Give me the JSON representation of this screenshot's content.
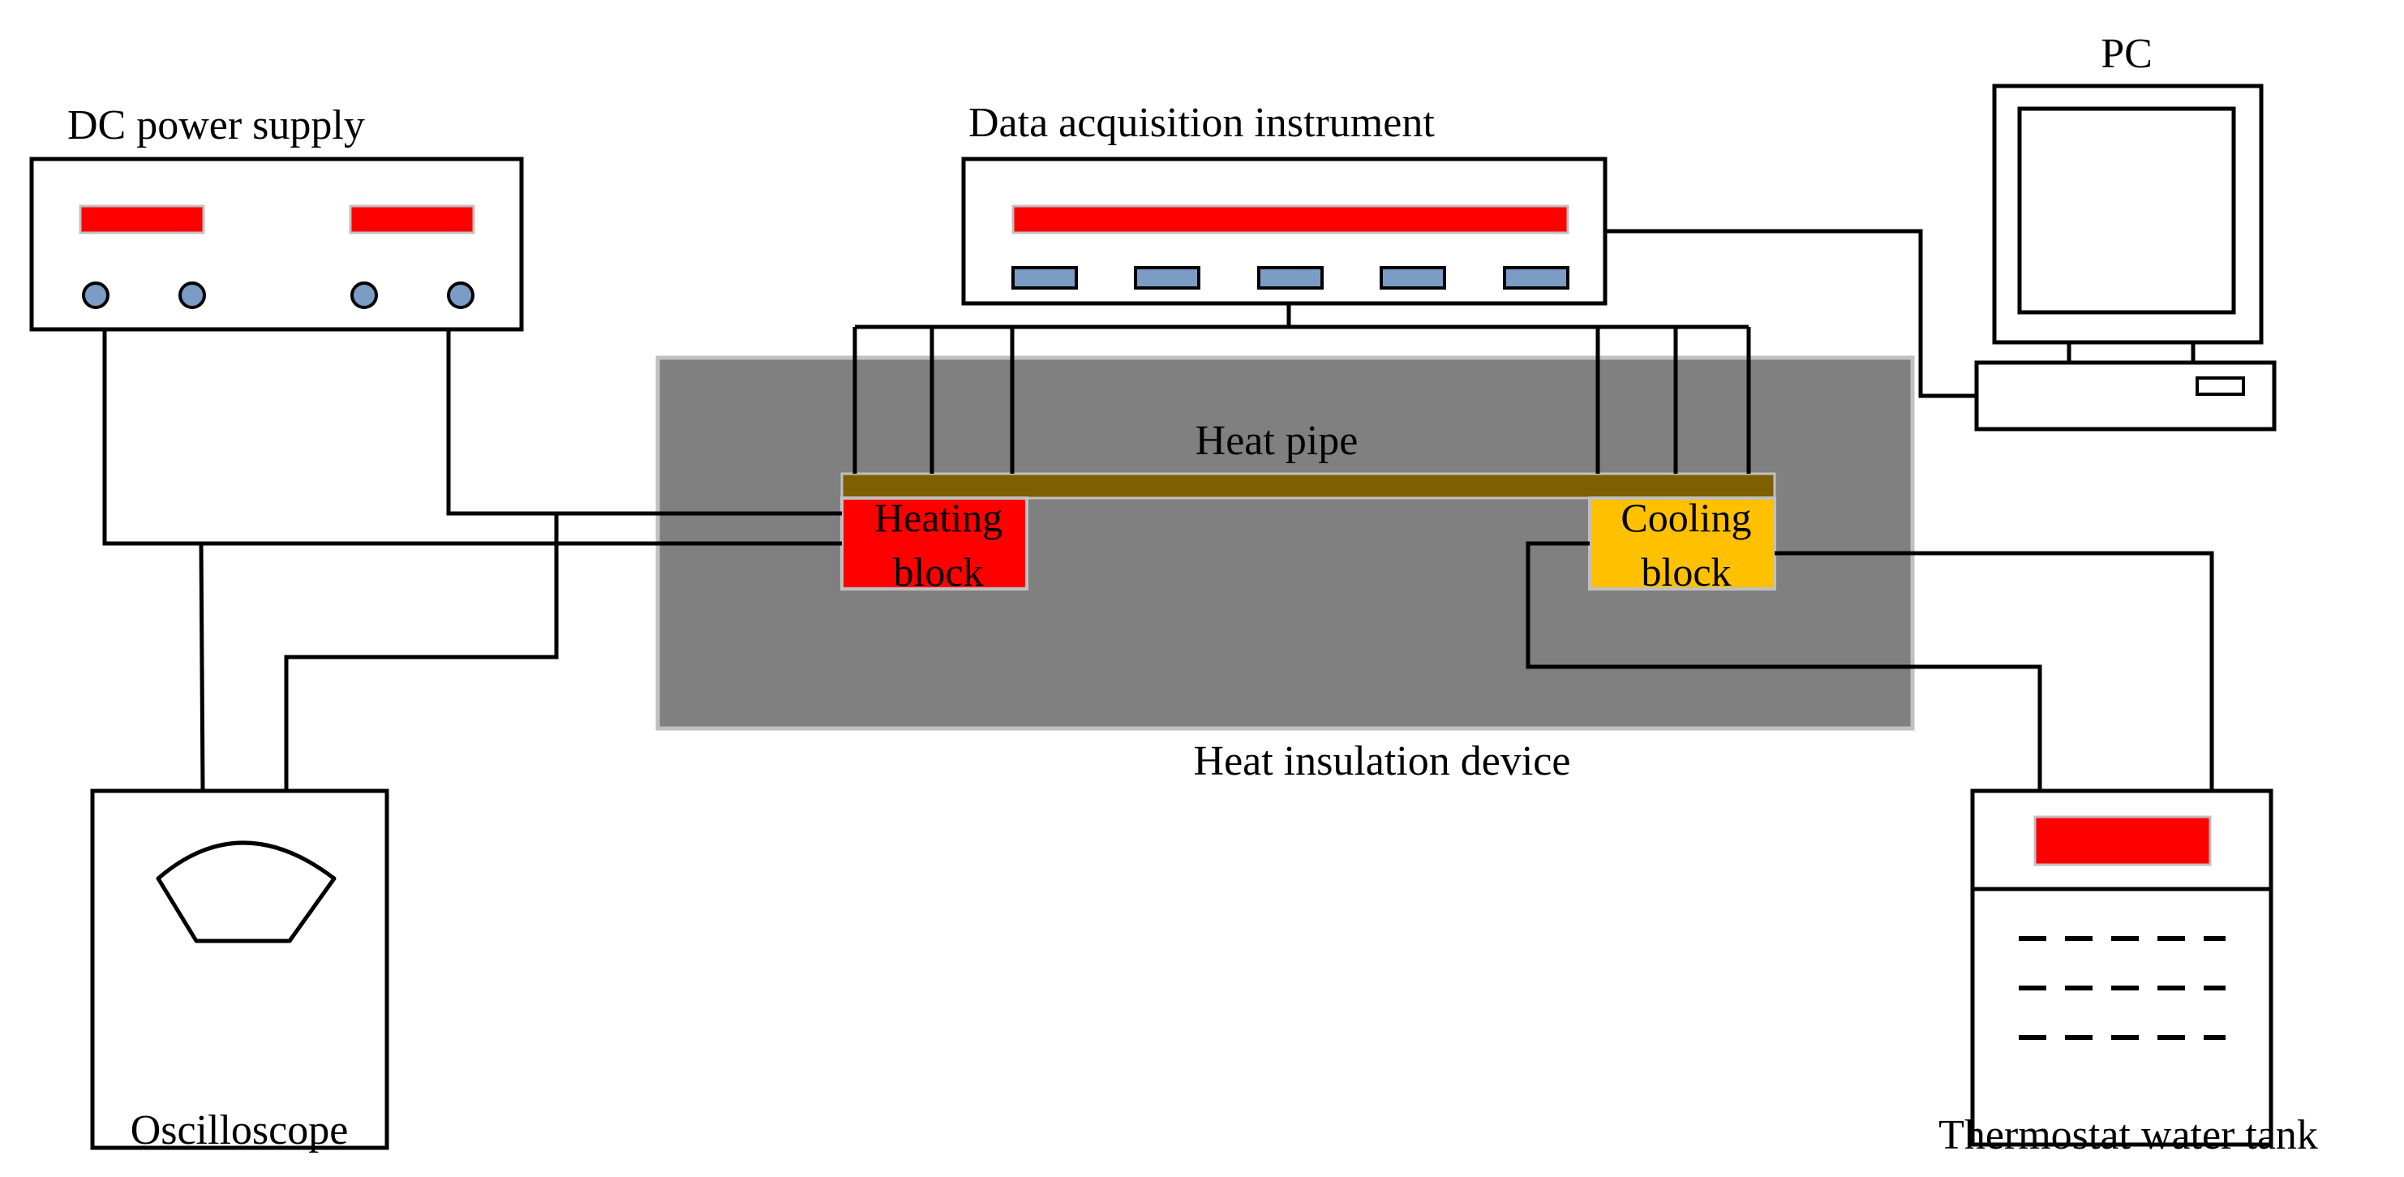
{
  "labels": {
    "dc_power_supply": "DC power supply",
    "data_acquisition": "Data acquisition instrument",
    "pc": "PC",
    "heat_pipe": "Heat pipe",
    "heating_block_line1": "Heating",
    "heating_block_line2": "block",
    "cooling_block_line1": "Cooling",
    "cooling_block_line2": "block",
    "heat_insulation": "Heat insulation device",
    "oscilloscope": "Oscilloscope",
    "thermostat": "Thermostat water tank"
  },
  "colors": {
    "display_red": "#ff0000",
    "knob_blue": "#7b9cc4",
    "insulation_gray": "#808080",
    "heat_pipe_brown": "#7f6000",
    "heating_block_red": "#ff0000",
    "cooling_block_amber": "#ffc000",
    "line_black": "#000000"
  }
}
